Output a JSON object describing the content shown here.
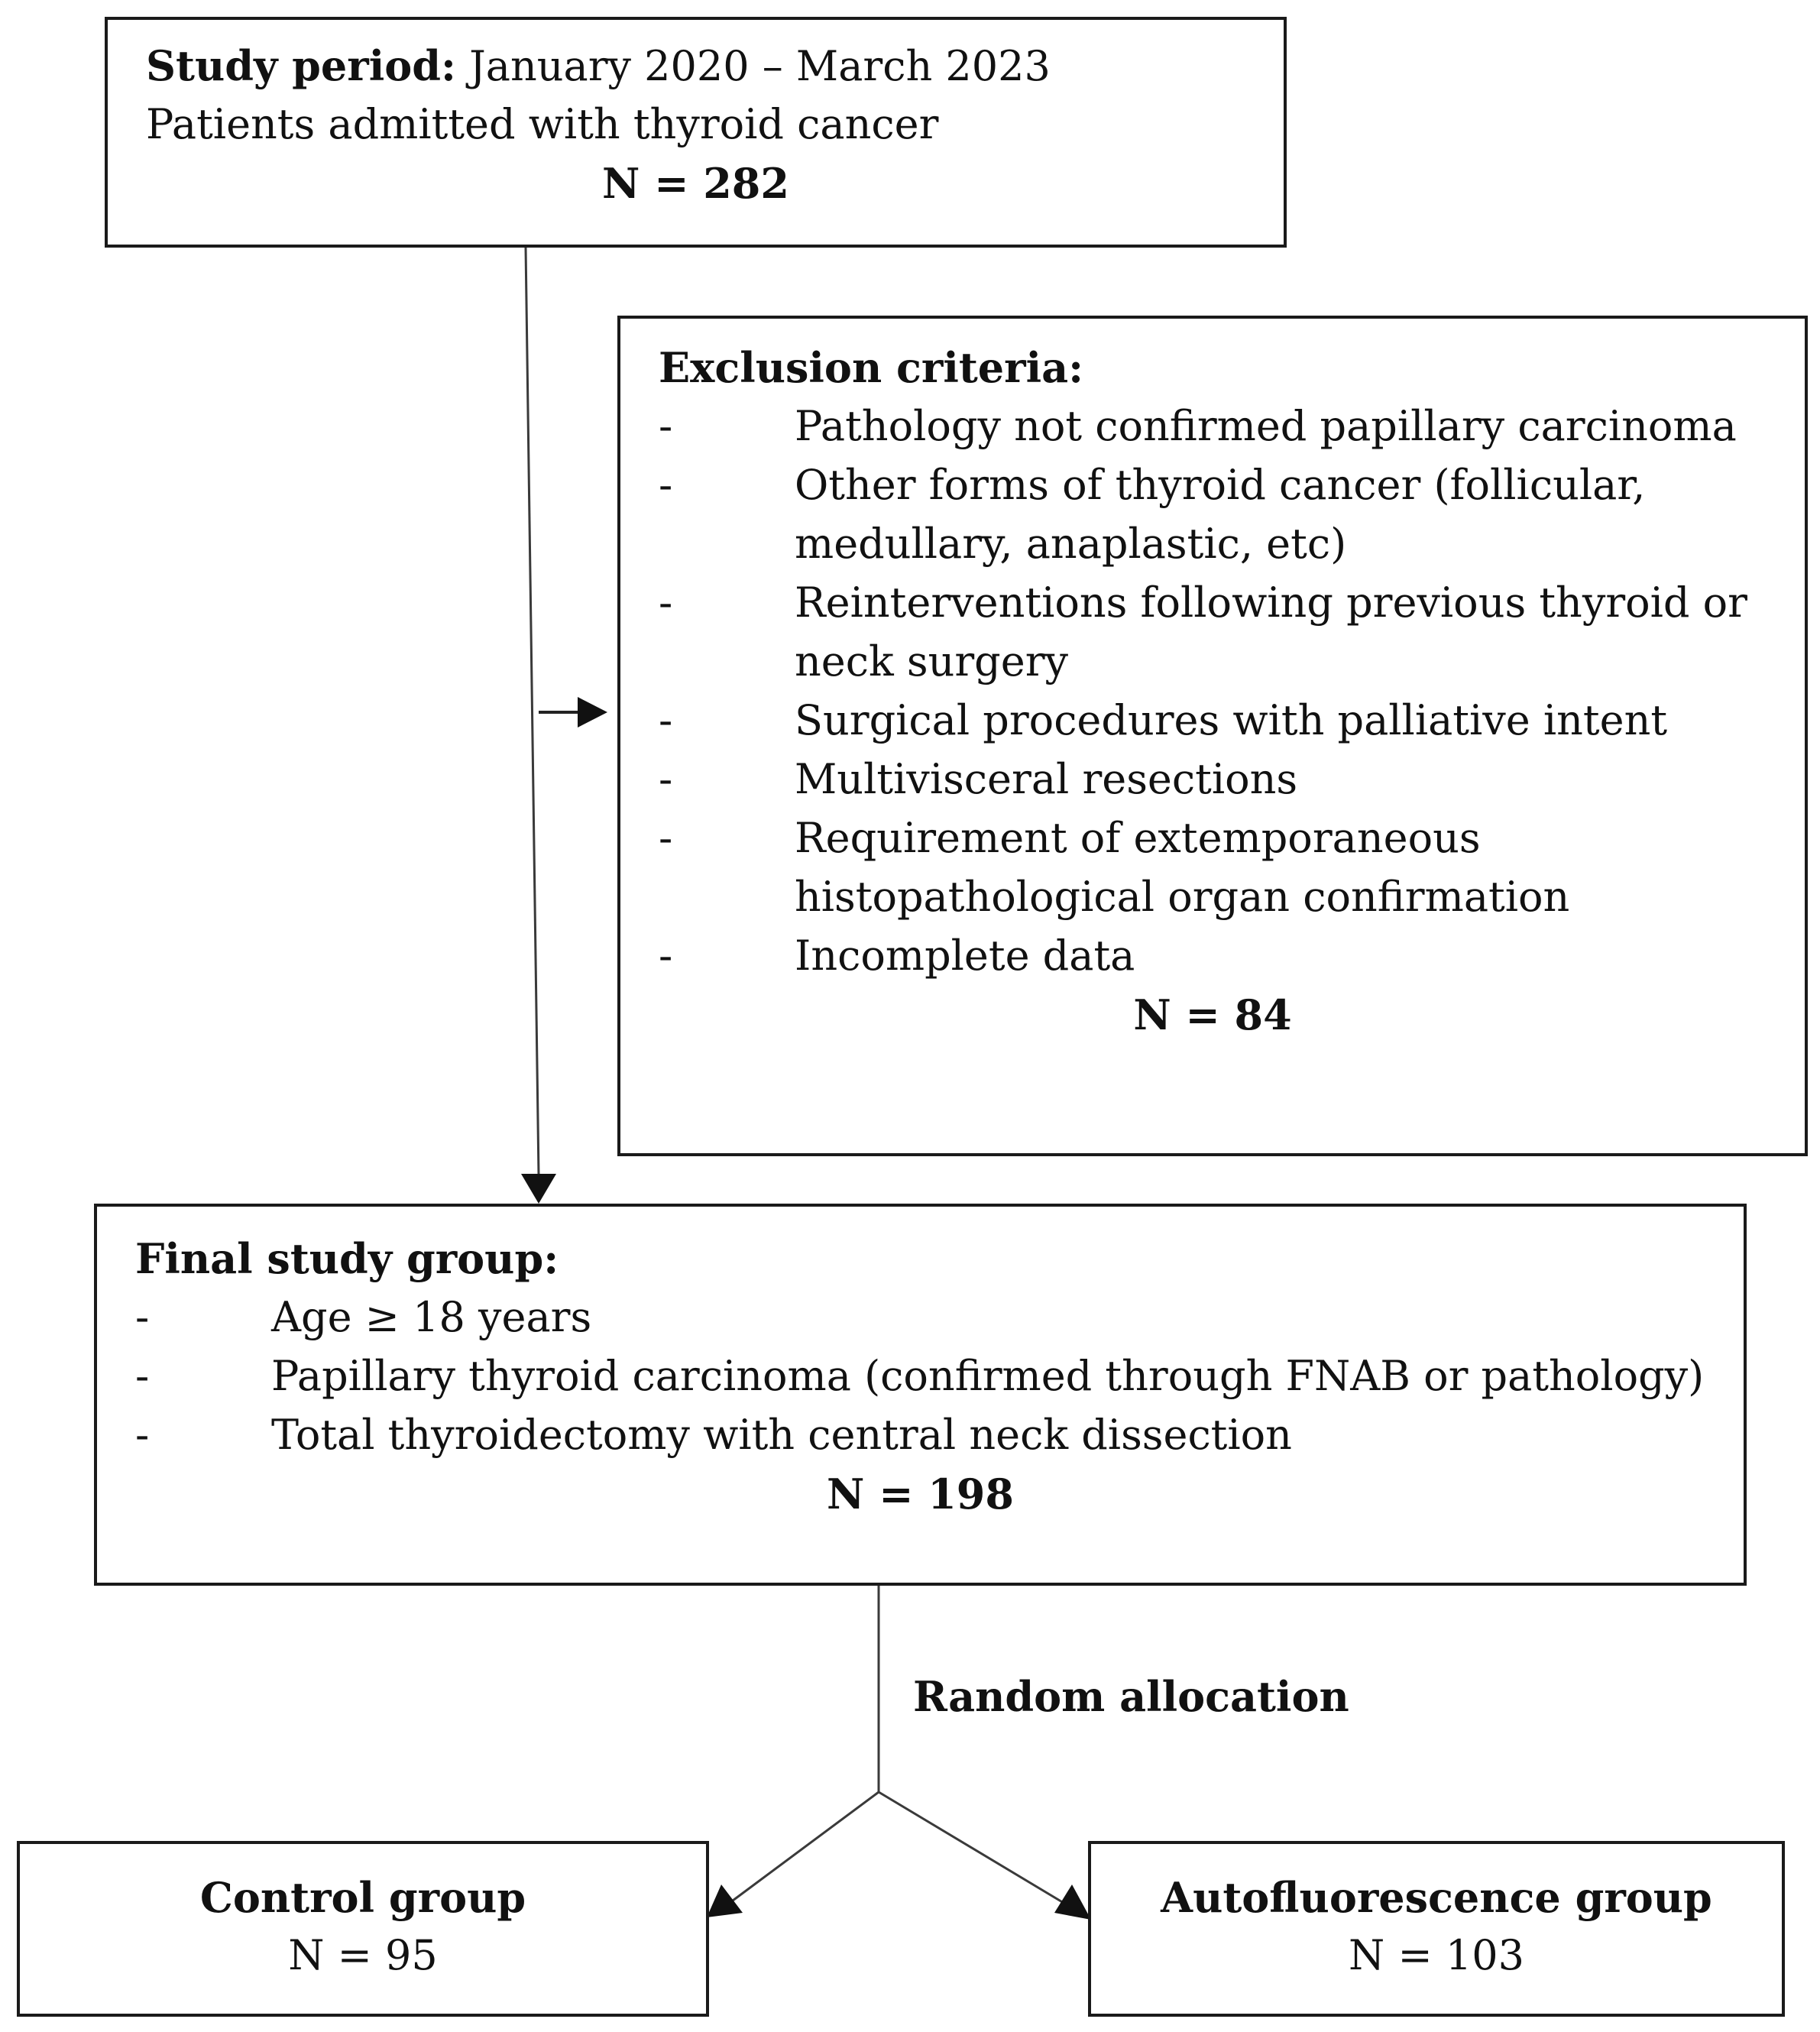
{
  "study_box": {
    "label": "Study period:",
    "dates": " January 2020 – March 2023",
    "line2": "Patients admitted with thyroid cancer",
    "count": "N = 282"
  },
  "exclusion_box": {
    "title": "Exclusion criteria:",
    "bullet": "-",
    "items": [
      "Pathology not confirmed papillary carcinoma",
      "Other forms of thyroid cancer (follicular,",
      "medullary, anaplastic, etc)",
      "Reinterventions following previous thyroid or",
      "neck surgery",
      "Surgical procedures with palliative intent",
      "Multivisceral resections",
      "Requirement of extemporaneous",
      "histopathological organ confirmation",
      "Incomplete data"
    ],
    "count": "N = 84"
  },
  "final_box": {
    "title": "Final study group:",
    "bullet": "-",
    "items": [
      "Age ≥ 18 years",
      "Papillary thyroid carcinoma (confirmed through FNAB or pathology)",
      "Total thyroidectomy with central neck dissection"
    ],
    "count": "N = 198"
  },
  "random_label": "Random allocation",
  "control_box": {
    "title": "Control group",
    "count": "N = 95"
  },
  "auto_box": {
    "title": "Autofluorescence group",
    "count": "N = 103"
  },
  "colors": {
    "line": "#3a3a3a",
    "border": "#1a1a1a",
    "text": "#111111"
  }
}
